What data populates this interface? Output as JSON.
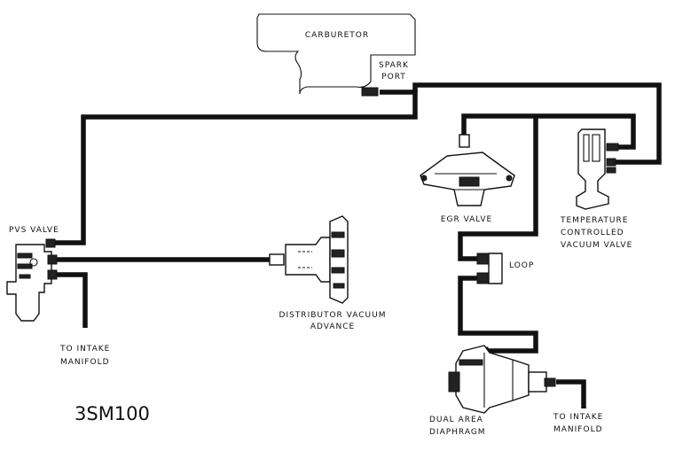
{
  "labels": {
    "carburetor": "CARBURETOR",
    "spark": "SPARK",
    "port": "PORT",
    "pvs_valve": "PVS VALVE",
    "to_intake_left_1": "TO INTAKE",
    "to_intake_left_2": "MANIFOLD",
    "distributor_1": "DISTRIBUTOR VACUUM",
    "distributor_2": "ADVANCE",
    "egr_valve": "EGR VALVE",
    "tcvv_1": "TEMPERATURE",
    "tcvv_2": "CONTROLLED",
    "tcvv_3": "VACUUM VALVE",
    "loop": "LOOP",
    "dual_1": "DUAL AREA",
    "dual_2": "DIAPHRAGM",
    "to_intake_right_1": "TO INTAKE",
    "to_intake_right_2": "MANIFOLD",
    "figure_code": "3SM100"
  }
}
